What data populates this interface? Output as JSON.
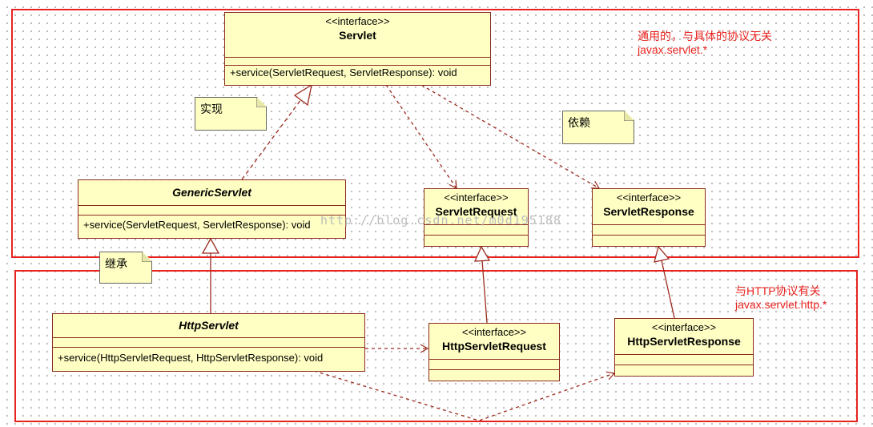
{
  "frames": {
    "general": {
      "caption_line1": "通用的，与具体的协议无关",
      "caption_line2": "javax.servlet.*"
    },
    "http": {
      "caption_line1": "与HTTP协议有关",
      "caption_line2": "javax.servlet.http.*"
    }
  },
  "classes": {
    "servlet": {
      "stereotype": "<<interface>>",
      "name": "Servlet",
      "operation": "+service(ServletRequest, ServletResponse): void"
    },
    "generic_servlet": {
      "name": "GenericServlet",
      "operation": "+service(ServletRequest, ServletResponse): void"
    },
    "servlet_request": {
      "stereotype": "<<interface>>",
      "name": "ServletRequest"
    },
    "servlet_response": {
      "stereotype": "<<interface>>",
      "name": "ServletResponse"
    },
    "http_servlet": {
      "name": "HttpServlet",
      "operation": "+service(HttpServletRequest, HttpServletResponse): void"
    },
    "http_servlet_request": {
      "stereotype": "<<interface>>",
      "name": "HttpServletRequest"
    },
    "http_servlet_response": {
      "stereotype": "<<interface>>",
      "name": "HttpServletResponse"
    }
  },
  "notes": {
    "realize": "实现",
    "depend": "依赖",
    "inherit": "继承"
  },
  "watermark": "http://blog.csdn.net/m0d195188",
  "colors": {
    "frame": "#e8231f",
    "class_fill": "#ffffc4",
    "class_border": "#8a2a1f",
    "link": "#9b2a1d"
  }
}
